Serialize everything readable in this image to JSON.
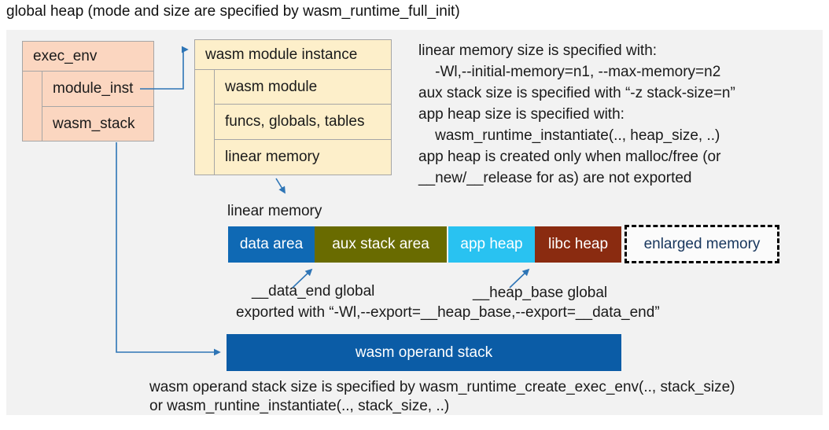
{
  "title": "global heap (mode and size are specified by wasm_runtime_full_init)",
  "exec_env": {
    "header": "exec_env",
    "fields": [
      "module_inst",
      "wasm_stack"
    ]
  },
  "module_instance": {
    "header": "wasm module instance",
    "fields": [
      "wasm module",
      "funcs, globals, tables",
      "linear memory"
    ]
  },
  "notes_right": {
    "lines": [
      "linear memory size is specified with:",
      "    -Wl,--initial-memory=n1, --max-memory=n2",
      "aux stack size is specified with “-z stack-size=n”",
      "app heap size is specified with:",
      "    wasm_runtime_instantiate(.., heap_size, ..)",
      "app heap is created only when malloc/free (or",
      "__new/__release for as) are not exported"
    ]
  },
  "linear_memory": {
    "label": "linear memory",
    "segments": [
      {
        "label": "data area",
        "color": "#0f69b4"
      },
      {
        "label": "aux stack area",
        "color": "#696b00"
      },
      {
        "label": "app heap",
        "color": "#29c2f1"
      },
      {
        "label": "libc heap",
        "color": "#8a2b10"
      },
      {
        "label": "enlarged memory",
        "color": "#fbfbfb",
        "text_color": "#17365d",
        "border": "dashed"
      }
    ],
    "annotations": {
      "data_end": "__data_end global",
      "heap_base": "__heap_base global",
      "export_note": "exported with “-Wl,--export=__heap_base,--export=__data_end”"
    }
  },
  "operand_stack": {
    "label": "wasm operand stack",
    "notes": [
      "wasm operand stack size is specified by wasm_runtime_create_exec_env(.., stack_size)",
      "or wasm_runtine_instantiate(.., stack_size, ..)"
    ]
  },
  "colors": {
    "canvas": "#f2f2f2",
    "box_salmon": "#fbd6c0",
    "box_cream": "#fdefca",
    "box_border": "#a6a6a6",
    "arrow": "#2e75b6",
    "operand_bar": "#0b5ca6",
    "enlarged_text": "#17365d"
  }
}
